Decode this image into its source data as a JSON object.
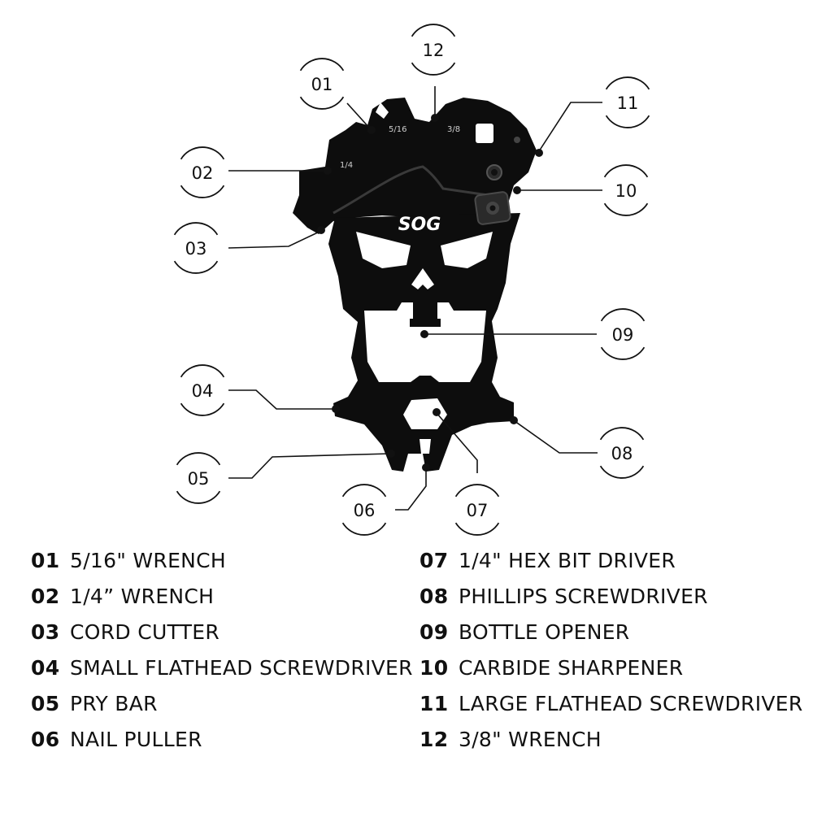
{
  "tool": {
    "brand": "SOG",
    "marks": {
      "wrench_5_16": "5/16",
      "wrench_3_8": "3/8",
      "wrench_1_4": "1/4"
    }
  },
  "callouts": [
    {
      "num": "01",
      "label": "5/16\" WRENCH"
    },
    {
      "num": "02",
      "label": "1/4” WRENCH"
    },
    {
      "num": "03",
      "label": "CORD CUTTER"
    },
    {
      "num": "04",
      "label": "SMALL FLATHEAD SCREWDRIVER"
    },
    {
      "num": "05",
      "label": "PRY BAR"
    },
    {
      "num": "06",
      "label": "NAIL PULLER"
    },
    {
      "num": "07",
      "label": "1/4\" HEX BIT DRIVER"
    },
    {
      "num": "08",
      "label": "PHILLIPS SCREWDRIVER"
    },
    {
      "num": "09",
      "label": "BOTTLE OPENER"
    },
    {
      "num": "10",
      "label": "CARBIDE SHARPENER"
    },
    {
      "num": "11",
      "label": "LARGE FLATHEAD SCREWDRIVER"
    },
    {
      "num": "12",
      "label": "3/8\"  WRENCH"
    }
  ]
}
